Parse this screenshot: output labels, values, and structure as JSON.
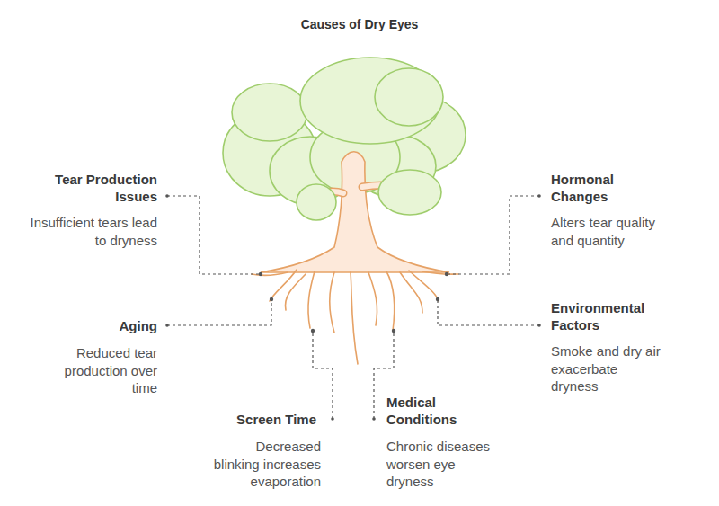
{
  "diagram": {
    "title": "Causes of Dry Eyes",
    "labels": [
      "Tear Production Issues",
      "Insufficient tears lead to dryness",
      "Hormonal Changes",
      "Alters tear quality and quantity",
      "Environmental Factors",
      "Smoke and dry air exacerbate dryness",
      "Aging",
      "Reduced tear production over time",
      "Medical Conditions",
      "Chronic diseases worsen eye dryness",
      "Screen Time",
      "Decreased blinking increases evaporation"
    ]
  }
}
